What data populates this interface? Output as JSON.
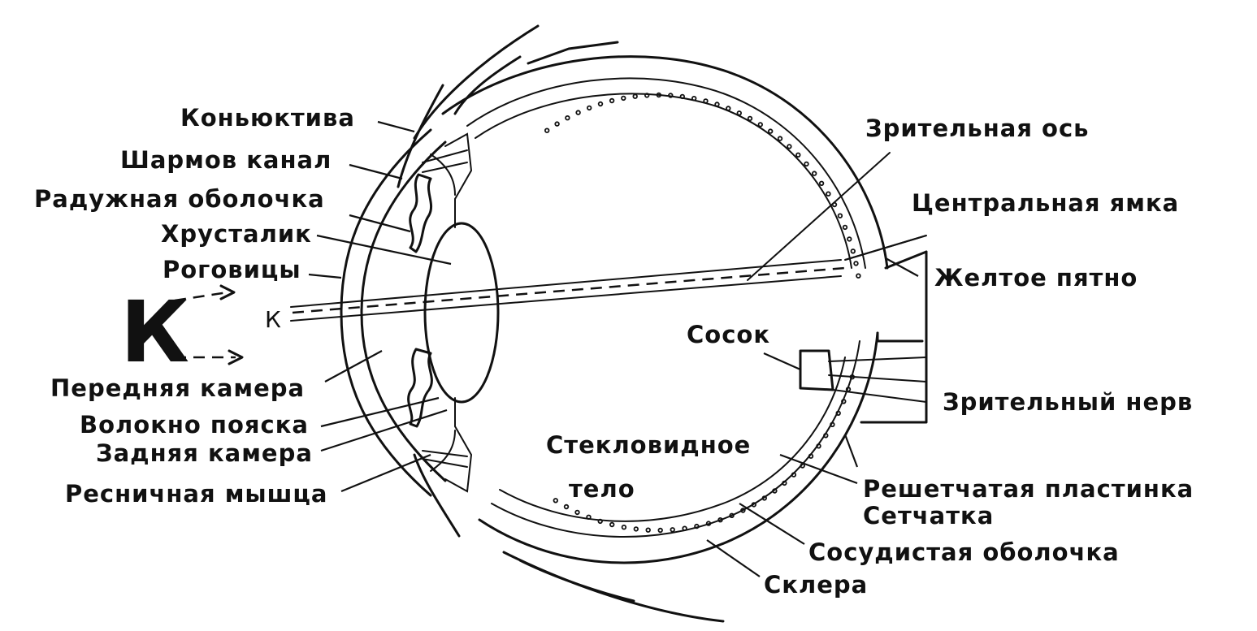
{
  "labels": {
    "conjunctiva": "Коньюктива",
    "schlemm_canal": "Шармов канал",
    "iris": "Радужная оболочка",
    "lens": "Хрусталик",
    "cornea": "Роговицы",
    "anterior_chamber": "Передняя камера",
    "zonule_fibers": "Волокно пояска",
    "posterior_chamber": "Задняя камера",
    "ciliary_muscle": "Ресничная мышца",
    "visual_axis": "Зрительная ось",
    "fovea": "Центральная ямка",
    "macula": "Желтое пятно",
    "optic_disc": "Сосок",
    "optic_nerve": "Зрительный нерв",
    "vitreous_line1": "Стекловидное",
    "vitreous_line2": "тело",
    "lamina_cribrosa": "Решетчатая пластинка",
    "retina": "Сетчатка",
    "choroid": "Сосудистая оболочка",
    "sclera": "Склера"
  },
  "object_letter": "К",
  "image_letter": "К"
}
